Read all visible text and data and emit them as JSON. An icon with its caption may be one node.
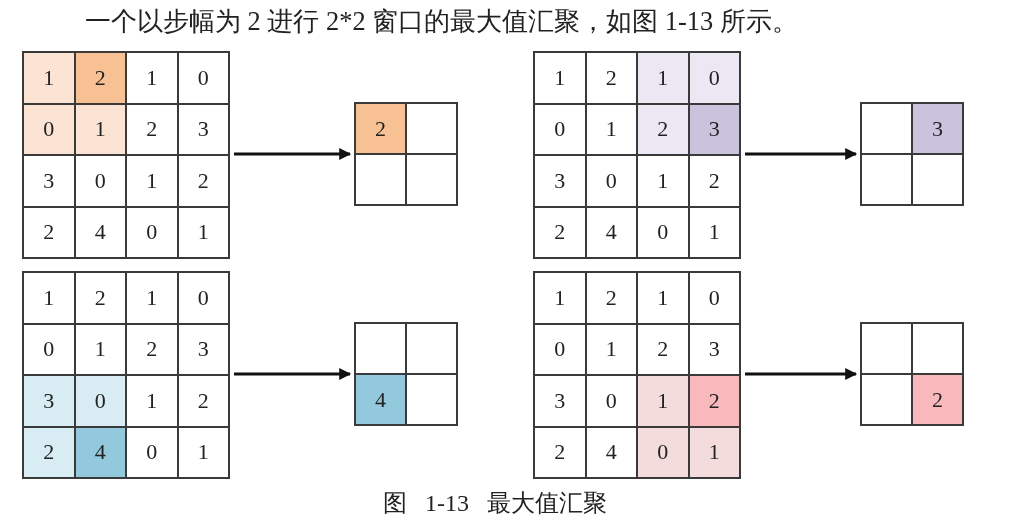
{
  "diagram": {
    "caption": "图 1-13 最大值汇聚",
    "nodes": [
      {
        "text": [],
        "shape": "box"
      },
      {
        "text": [
          "1"
        ],
        "in": 0
      },
      {
        "text": [
          "2"
        ],
        "in": 0
      },
      {
        "text": [
          "1"
        ],
        "in": 0
      },
      {
        "text": [
          "0"
        ],
        "in": 0
      },
      {
        "text": [
          "0"
        ],
        "in": 0
      },
      {
        "text": [
          "1"
        ],
        "in": 0
      },
      {
        "text": [
          "2"
        ],
        "in": 0
      },
      {
        "text": [
          "3"
        ],
        "in": 0
      },
      {
        "text": [
          "3"
        ],
        "in": 0
      },
      {
        "text": [
          "0"
        ],
        "in": 0
      },
      {
        "text": [
          "1"
        ],
        "in": 0
      },
      {
        "text": [
          "2"
        ],
        "in": 0
      },
      {
        "text": [
          "2"
        ],
        "in": 0
      },
      {
        "text": [
          "4"
        ],
        "in": 0
      },
      {
        "text": [
          "0"
        ],
        "in": 0
      },
      {
        "text": [
          "1"
        ],
        "in": 0
      },
      {
        "text": [],
        "shape": "box"
      },
      {
        "text": [
          "2"
        ],
        "in": 17
      },
      {
        "text": [],
        "shape": "box",
        "in": 17
      },
      {
        "text": [],
        "shape": "box",
        "in": 17
      },
      {
        "text": [],
        "shape": "box",
        "in": 17
      },
      {
        "text": [],
        "shape": "box"
      },
      {
        "text": [
          "1"
        ],
        "in": 22
      },
      {
        "text": [
          "2"
        ],
        "in": 22
      },
      {
        "text": [
          "1"
        ],
        "in": 22
      },
      {
        "text": [
          "0"
        ],
        "in": 22
      },
      {
        "text": [
          "0"
        ],
        "in": 22
      },
      {
        "text": [
          "1"
        ],
        "in": 22
      },
      {
        "text": [
          "2"
        ],
        "in": 22
      },
      {
        "text": [
          "3"
        ],
        "in": 22
      },
      {
        "text": [
          "3"
        ],
        "in": 22
      },
      {
        "text": [
          "0"
        ],
        "in": 22
      },
      {
        "text": [
          "1"
        ],
        "in": 22
      },
      {
        "text": [
          "2"
        ],
        "in": 22
      },
      {
        "text": [
          "2"
        ],
        "in": 22
      },
      {
        "text": [
          "4"
        ],
        "in": 22
      },
      {
        "text": [
          "0"
        ],
        "in": 22
      },
      {
        "text": [
          "1"
        ],
        "in": 22
      },
      {
        "text": [],
        "shape": "box"
      },
      {
        "text": [],
        "shape": "box",
        "in": 39
      },
      {
        "text": [
          "3"
        ],
        "in": 39
      },
      {
        "text": [],
        "shape": "box",
        "in": 39
      },
      {
        "text": [],
        "shape": "box",
        "in": 39
      },
      {
        "text": [],
        "shape": "box"
      },
      {
        "text": [
          "1"
        ],
        "in": 44
      },
      {
        "text": [
          "2"
        ],
        "in": 44
      },
      {
        "text": [
          "1"
        ],
        "in": 44
      },
      {
        "text": [
          "0"
        ],
        "in": 44
      },
      {
        "text": [
          "0"
        ],
        "in": 44
      },
      {
        "text": [
          "1"
        ],
        "in": 44
      },
      {
        "text": [
          "2"
        ],
        "in": 44
      },
      {
        "text": [
          "3"
        ],
        "in": 44
      },
      {
        "text": [
          "3"
        ],
        "in": 44
      },
      {
        "text": [
          "0"
        ],
        "in": 44
      },
      {
        "text": [
          "1"
        ],
        "in": 44
      },
      {
        "text": [
          "2"
        ],
        "in": 44
      },
      {
        "text": [
          "2"
        ],
        "in": 44
      },
      {
        "text": [
          "4"
        ],
        "in": 44
      },
      {
        "text": [
          "0"
        ],
        "in": 44
      },
      {
        "text": [
          "1"
        ],
        "in": 44
      },
      {
        "text": [],
        "shape": "box"
      },
      {
        "text": [],
        "shape": "box",
        "in": 61
      },
      {
        "text": [],
        "shape": "box",
        "in": 61
      },
      {
        "text": [
          "4"
        ],
        "in": 61
      },
      {
        "text": [],
        "shape": "box",
        "in": 61
      },
      {
        "text": [],
        "shape": "box"
      },
      {
        "text": [
          "1"
        ],
        "in": 66
      },
      {
        "text": [
          "2"
        ],
        "in": 66
      },
      {
        "text": [
          "1"
        ],
        "in": 66
      },
      {
        "text": [
          "0"
        ],
        "in": 66
      },
      {
        "text": [
          "0"
        ],
        "in": 66
      },
      {
        "text": [
          "1"
        ],
        "in": 66
      },
      {
        "text": [
          "2"
        ],
        "in": 66
      },
      {
        "text": [
          "3"
        ],
        "in": 66
      },
      {
        "text": [
          "3"
        ],
        "in": 66
      },
      {
        "text": [
          "0"
        ],
        "in": 66
      },
      {
        "text": [
          "1"
        ],
        "in": 66
      },
      {
        "text": [
          "2"
        ],
        "in": 66
      },
      {
        "text": [
          "2"
        ],
        "in": 66
      },
      {
        "text": [
          "4"
        ],
        "in": 66
      },
      {
        "text": [
          "0"
        ],
        "in": 66
      },
      {
        "text": [
          "1"
        ],
        "in": 66
      },
      {
        "text": [],
        "shape": "box"
      },
      {
        "text": [],
        "shape": "box",
        "in": 83
      },
      {
        "text": [],
        "shape": "box",
        "in": 83
      },
      {
        "text": [],
        "shape": "box",
        "in": 83
      },
      {
        "text": [
          "2"
        ],
        "in": 83
      }
    ],
    "edges": [
      {
        "from": 0,
        "to": 17,
        "arrow": "to"
      },
      {
        "from": 22,
        "to": 39,
        "arrow": "to"
      },
      {
        "from": 44,
        "to": 61,
        "arrow": "to"
      },
      {
        "from": 66,
        "to": 83,
        "arrow": "to"
      }
    ],
    "labels": [
      "一个以步幅为 2 进行 2*2 窗口的最大值汇聚，如图 1-13 所示。"
    ]
  }
}
